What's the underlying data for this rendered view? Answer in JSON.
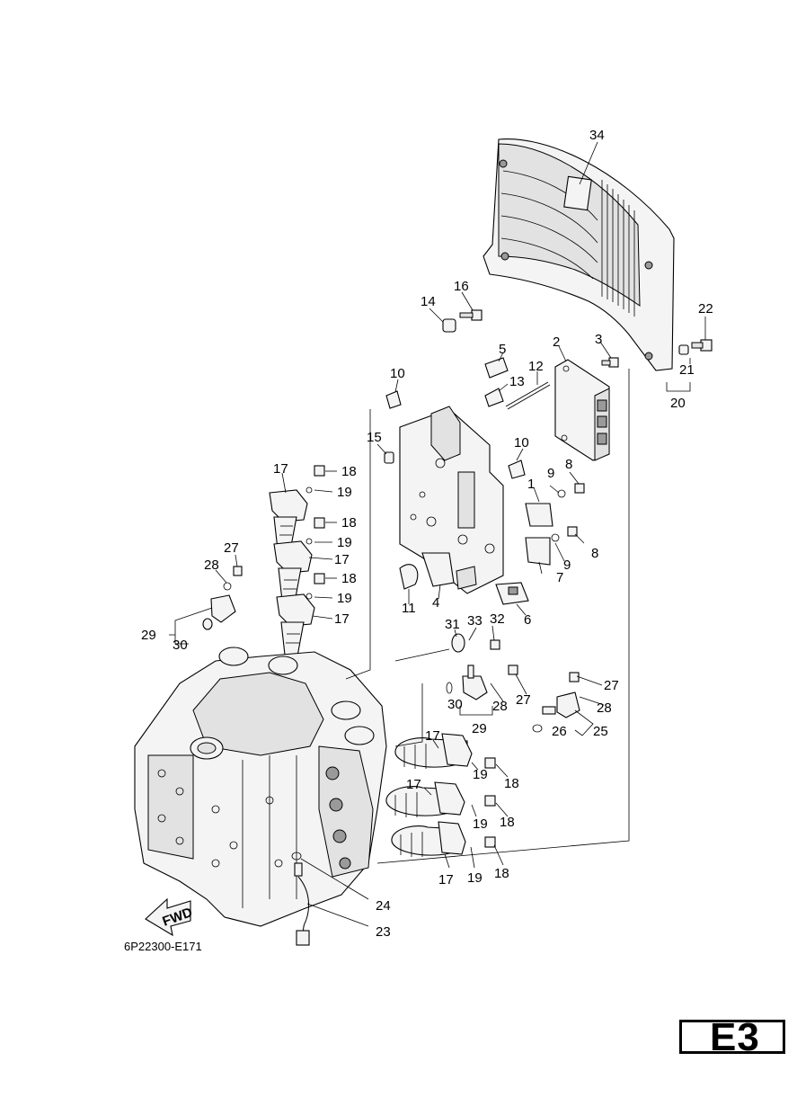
{
  "diagram_code": "6P22300-E171",
  "page_id": "E3",
  "fwd_label": "FWD",
  "callouts": [
    {
      "id": "c34",
      "text": "34"
    },
    {
      "id": "c22",
      "text": "22"
    },
    {
      "id": "c21",
      "text": "21"
    },
    {
      "id": "c20",
      "text": "20"
    },
    {
      "id": "c14",
      "text": "14"
    },
    {
      "id": "c16",
      "text": "16"
    },
    {
      "id": "c5",
      "text": "5"
    },
    {
      "id": "c2",
      "text": "2"
    },
    {
      "id": "c3",
      "text": "3"
    },
    {
      "id": "c12",
      "text": "12"
    },
    {
      "id": "c13",
      "text": "13"
    },
    {
      "id": "c10a",
      "text": "10"
    },
    {
      "id": "c10b",
      "text": "10"
    },
    {
      "id": "c15",
      "text": "15"
    },
    {
      "id": "c9a",
      "text": "9"
    },
    {
      "id": "c8a",
      "text": "8"
    },
    {
      "id": "c1",
      "text": "1"
    },
    {
      "id": "c8b",
      "text": "8"
    },
    {
      "id": "c9b",
      "text": "9"
    },
    {
      "id": "c7",
      "text": "7"
    },
    {
      "id": "c6",
      "text": "6"
    },
    {
      "id": "c4",
      "text": "4"
    },
    {
      "id": "c11",
      "text": "11"
    },
    {
      "id": "c17a",
      "text": "17"
    },
    {
      "id": "c18a",
      "text": "18"
    },
    {
      "id": "c19a",
      "text": "19"
    },
    {
      "id": "c18b",
      "text": "18"
    },
    {
      "id": "c19b",
      "text": "19"
    },
    {
      "id": "c17b",
      "text": "17"
    },
    {
      "id": "c18c",
      "text": "18"
    },
    {
      "id": "c19c",
      "text": "19"
    },
    {
      "id": "c17c",
      "text": "17"
    },
    {
      "id": "c27a",
      "text": "27"
    },
    {
      "id": "c28a",
      "text": "28"
    },
    {
      "id": "c29a",
      "text": "29"
    },
    {
      "id": "c30a",
      "text": "30"
    },
    {
      "id": "c31",
      "text": "31"
    },
    {
      "id": "c33",
      "text": "33"
    },
    {
      "id": "c32",
      "text": "32"
    },
    {
      "id": "c30b",
      "text": "30"
    },
    {
      "id": "c28b",
      "text": "28"
    },
    {
      "id": "c27b",
      "text": "27"
    },
    {
      "id": "c29b",
      "text": "29"
    },
    {
      "id": "c27c",
      "text": "27"
    },
    {
      "id": "c28c",
      "text": "28"
    },
    {
      "id": "c26",
      "text": "26"
    },
    {
      "id": "c25",
      "text": "25"
    },
    {
      "id": "c17d",
      "text": "17"
    },
    {
      "id": "c19d",
      "text": "19"
    },
    {
      "id": "c18d",
      "text": "18"
    },
    {
      "id": "c17e",
      "text": "17"
    },
    {
      "id": "c19e",
      "text": "19"
    },
    {
      "id": "c18e",
      "text": "18"
    },
    {
      "id": "c17f",
      "text": "17"
    },
    {
      "id": "c19f",
      "text": "19"
    },
    {
      "id": "c18f",
      "text": "18"
    },
    {
      "id": "c24",
      "text": "24"
    },
    {
      "id": "c23",
      "text": "23"
    }
  ]
}
